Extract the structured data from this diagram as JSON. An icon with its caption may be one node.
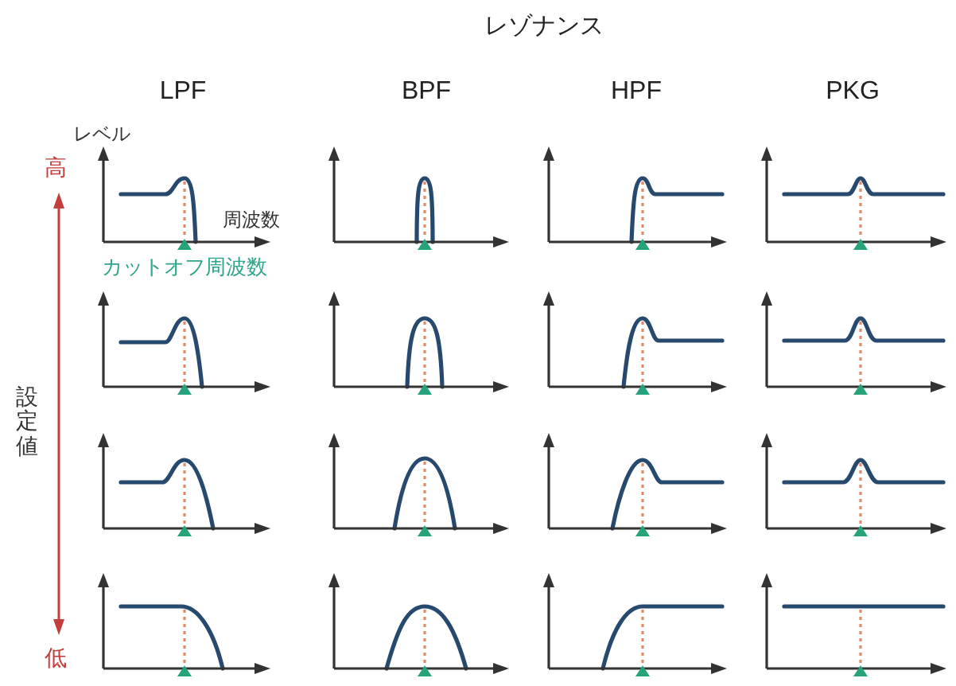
{
  "diagram": {
    "title": "レゾナンス",
    "labels": [
      "LPF",
      "BPF",
      "HPF",
      "PKG",
      "レベル",
      "高",
      "周波数",
      "カットオフ周波数",
      "設定値",
      "低"
    ]
  }
}
